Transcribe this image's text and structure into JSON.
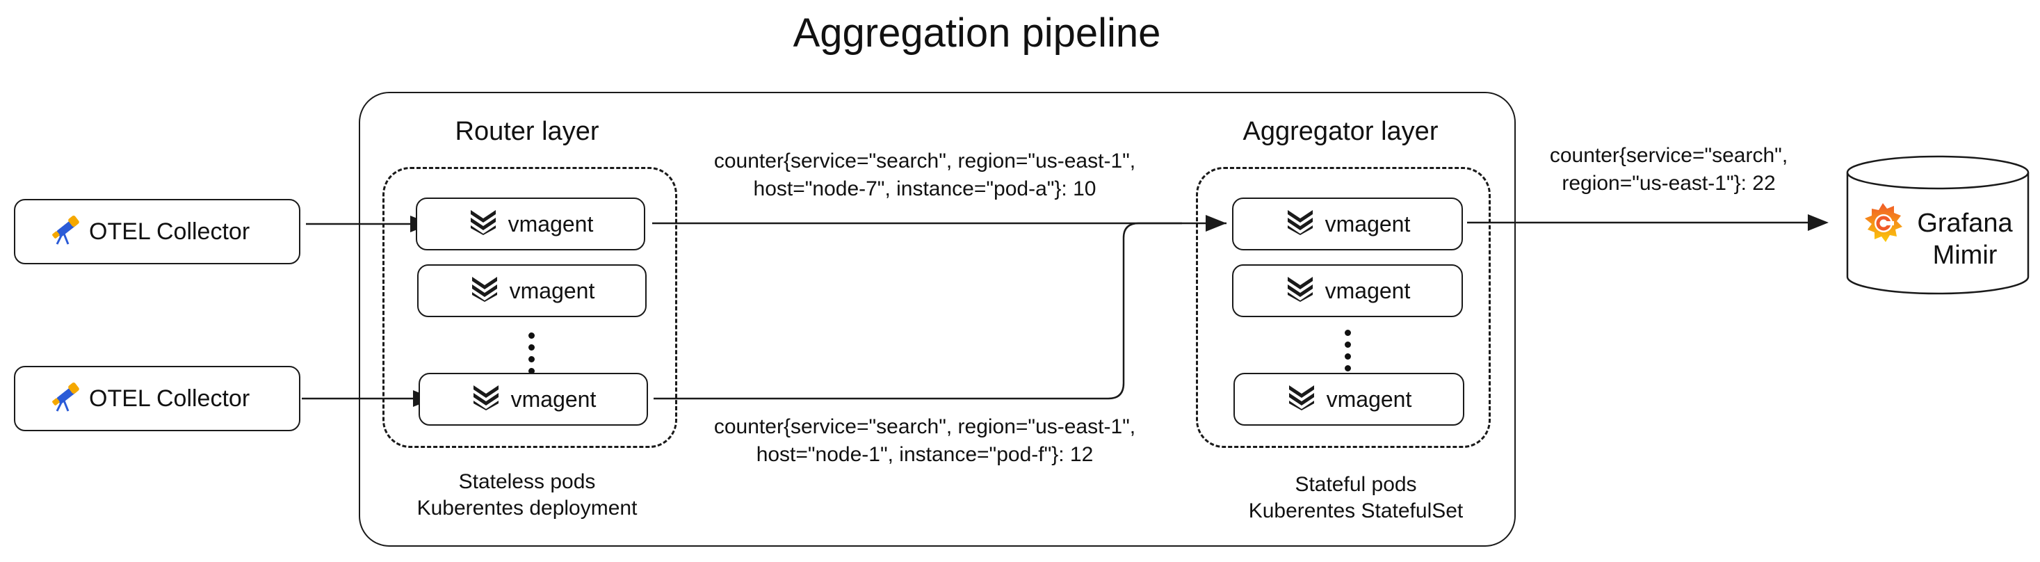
{
  "title": "Aggregation pipeline",
  "sources": [
    {
      "label": "OTEL Collector",
      "icon": "telescope-icon"
    },
    {
      "label": "OTEL Collector",
      "icon": "telescope-icon"
    }
  ],
  "router_layer": {
    "title": "Router layer",
    "nodes": [
      "vmagent",
      "vmagent",
      "vmagent"
    ],
    "caption_line1": "Stateless pods",
    "caption_line2": "Kuberentes deployment"
  },
  "aggregator_layer": {
    "title": "Aggregator layer",
    "nodes": [
      "vmagent",
      "vmagent",
      "vmagent"
    ],
    "caption_line1": "Stateful pods",
    "caption_line2": "Kuberentes StatefulSet"
  },
  "metrics": {
    "top_line1": "counter{service=\"search\", region=\"us-east-1\",",
    "top_line2": "host=\"node-7\", instance=\"pod-a\"}: 10",
    "bottom_line1": "counter{service=\"search\", region=\"us-east-1\",",
    "bottom_line2": "host=\"node-1\", instance=\"pod-f\"}: 12",
    "output_line1": "counter{service=\"search\",",
    "output_line2": "region=\"us-east-1\"}: 22"
  },
  "destination": {
    "line1": "Grafana",
    "line2": "Mimir",
    "icon": "grafana-icon"
  },
  "colors": {
    "stroke": "#1a1a1a",
    "telescope_body": "#2b5bd7",
    "telescope_accent": "#f5a800",
    "grafana_orange": "#f05a28",
    "grafana_yellow": "#fbca0a"
  }
}
